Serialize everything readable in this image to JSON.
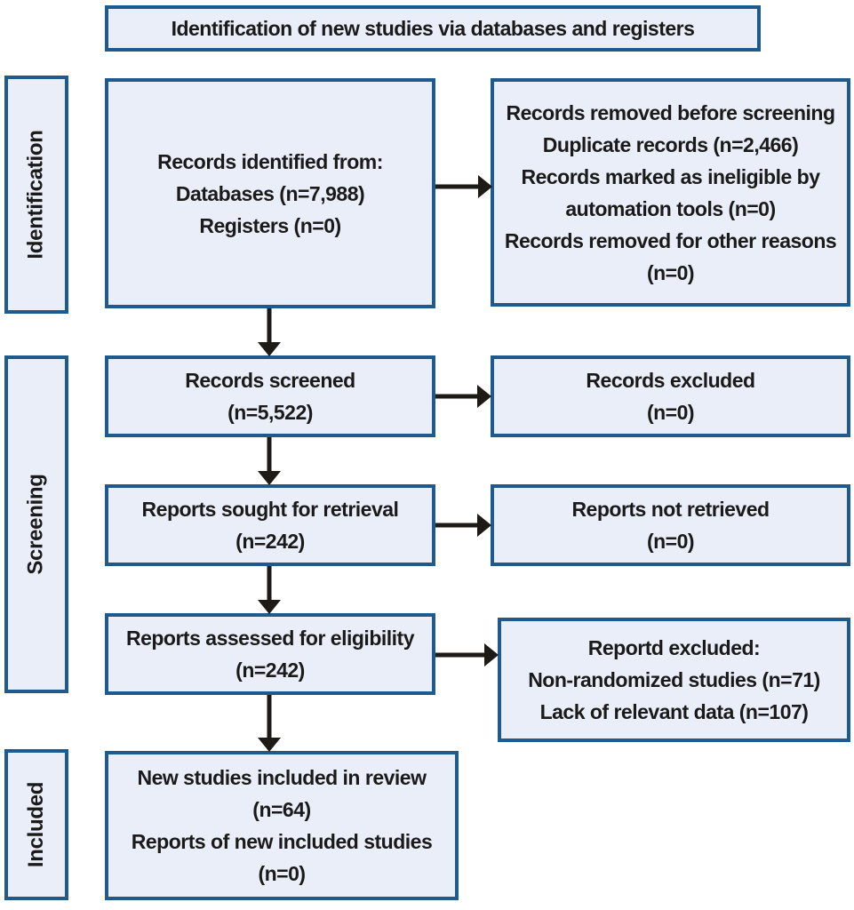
{
  "colors": {
    "box_fill": "#eaeef8",
    "box_border": "#1f5a8e",
    "arrow": "#1e1b17",
    "text": "#1a1a1a",
    "background": "#ffffff"
  },
  "title": "Identification of new studies via databases and registers",
  "side_labels": {
    "identification": "Identification",
    "screening": "Screening",
    "included": "Included"
  },
  "boxes": {
    "identified": {
      "lines": [
        "Records identified from:",
        "Databases (n=7,988)",
        "Registers (n=0)"
      ]
    },
    "removed": {
      "lines": [
        "Records removed before screening",
        "Duplicate records (n=2,466)",
        "Records marked as ineligible by",
        "automation tools (n=0)",
        "Records removed for other reasons",
        "(n=0)"
      ]
    },
    "screened": {
      "lines": [
        "Records screened",
        "(n=5,522)"
      ]
    },
    "excluded": {
      "lines": [
        "Records excluded",
        "(n=0)"
      ]
    },
    "sought": {
      "lines": [
        "Reports sought for retrieval",
        "(n=242)"
      ]
    },
    "not_retrieved": {
      "lines": [
        "Reports not retrieved",
        "(n=0)"
      ]
    },
    "assessed": {
      "lines": [
        "Reports assessed for eligibility",
        "(n=242)"
      ]
    },
    "reports_excluded": {
      "lines": [
        "Reportd excluded:",
        "Non-randomized studies (n=71)",
        "Lack of relevant data (n=107)"
      ]
    },
    "included_studies": {
      "lines": [
        "New studies included in review",
        "(n=64)",
        "Reports of new included studies",
        "(n=0)"
      ]
    }
  }
}
